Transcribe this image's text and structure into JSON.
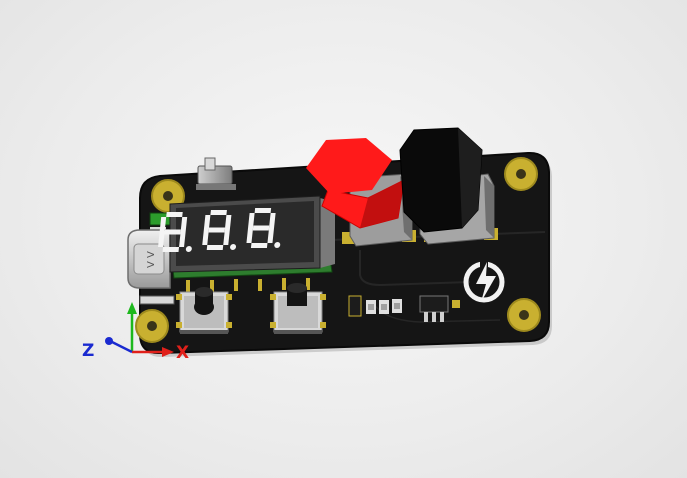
{
  "scene": {
    "background_color": "#ececec",
    "board_color": "#141414",
    "pad_color": "#c9b030",
    "silk_color": "#f2f2f2"
  },
  "display": {
    "digits": 3,
    "segment_color": "#f4f4f4",
    "body_color": "#2b2b2b"
  },
  "buttons": [
    {
      "name": "red-cap",
      "color": "#ff1a1a"
    },
    {
      "name": "black-cap",
      "color": "#0a0a0a"
    }
  ],
  "axes": {
    "x": {
      "label": "X",
      "color": "#e0201a"
    },
    "y": {
      "label": "",
      "color": "#1db81d"
    },
    "z": {
      "label": "Z",
      "color": "#1a2ad0"
    }
  },
  "icons": [
    "power-logo-icon",
    "usb-c-connector",
    "slide-switch"
  ]
}
